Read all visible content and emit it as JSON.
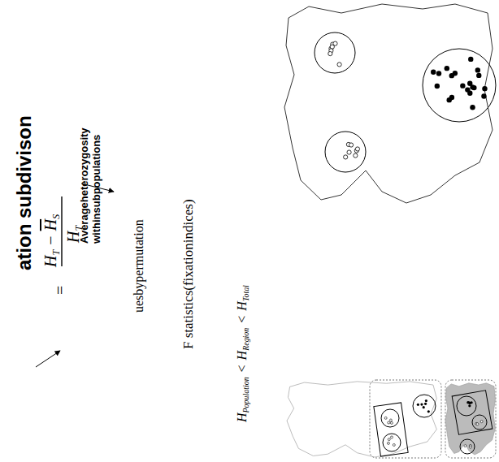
{
  "diagram": {
    "title": "ation subdivison",
    "labels": [
      "Averageheterozygosity withinsubpopulations",
      "H",
      "T",
      "−",
      "H",
      "S",
      "H",
      "T",
      "=",
      "uesbypermutation",
      "F statistics(fixationindices)",
      "H",
      "Population",
      "<",
      "H",
      "Region",
      "<",
      "H",
      "Total"
    ]
  }
}
